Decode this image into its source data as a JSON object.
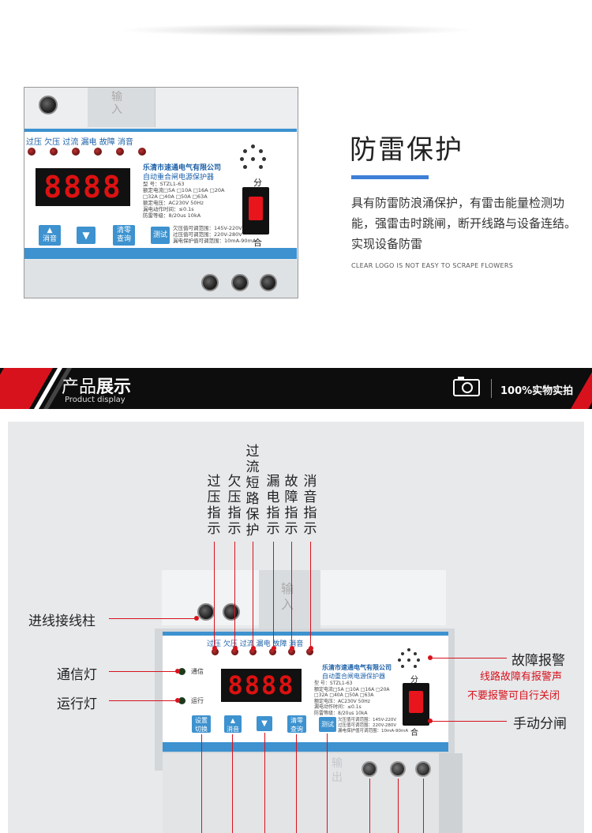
{
  "feature": {
    "title": "防雷保护",
    "description": "具有防雷防浪涌保护，有雷击能量检测功能，强雷击时跳闸，断开线路与设备连结。实现设备防雷",
    "subtext": "CLEAR LOGO IS NOT EASY TO SCRAPE FLOWERS"
  },
  "banner": {
    "title_light": "产品",
    "title_bold": "展示",
    "subtitle": "Product display",
    "right_text": "100%实物实拍"
  },
  "device": {
    "indicators": "过压 欠压 过流 漏电 故障 消音",
    "display": "8888",
    "company": "乐清市速通电气有限公司",
    "product_name": "自动重合闸电源保护器",
    "model": "型    号：STZL1-63",
    "rated_current": "额定电流□5A □10A □16A □20A",
    "rated_current2": "□32A □40A □50A □63A",
    "rated_voltage": "额定电压：AC230V  50Hz",
    "leak_time": "漏电动作时间：≤0.1s",
    "protect_level": "防雷等级：8/20us 10kA",
    "range1": "欠压值可调范围：145V-220V",
    "range2": "过压值可调范围：220V-280V",
    "range3": "漏电保护值可调范围：10mA-90mA",
    "switch_top": "分",
    "switch_bottom": "合",
    "btn_up_label": "消音",
    "btn_clear": "清零",
    "btn_query": "查询",
    "btn_test": "测试",
    "btn_set": "设置",
    "btn_switch": "切换",
    "comm_label": "通信",
    "run_label": "运行",
    "upper_mark": "输入",
    "lower_mark": "输出"
  },
  "callouts": {
    "overvoltage": "过压指示",
    "undervoltage": "欠压指示",
    "overcurrent": "过流短路保护",
    "leakage": "漏电指示",
    "fault": "故障指示",
    "mute": "消音指示",
    "input_terminal": "进线接线柱",
    "comm_light": "通信灯",
    "run_light": "运行灯",
    "fault_alarm": "故障报警",
    "fault_alarm_note1": "线路故障有报警声",
    "fault_alarm_note2": "不要报警可自行关闭",
    "manual_switch": "手动分闸"
  },
  "colors": {
    "accent_blue": "#3d92cf",
    "brand_red": "#d8121c",
    "title_bar": "#3d7fd6"
  }
}
